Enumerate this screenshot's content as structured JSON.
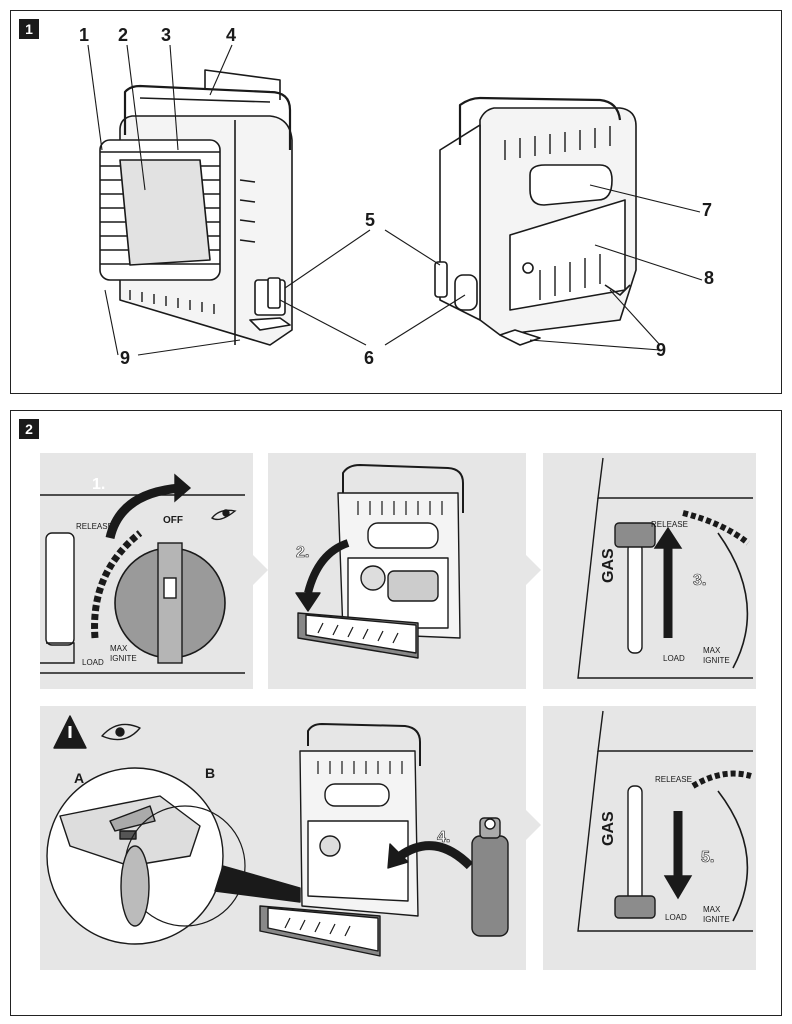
{
  "panels": [
    {
      "badge": "1"
    },
    {
      "badge": "2"
    }
  ],
  "figure1": {
    "callouts": [
      "1",
      "2",
      "3",
      "4",
      "5",
      "6",
      "7",
      "8",
      "9"
    ]
  },
  "figure2": {
    "steps": [
      "1.",
      "2.",
      "3.",
      "4.",
      "5."
    ],
    "knob": {
      "off": "OFF",
      "release": "RELEASE",
      "load": "LOAD",
      "max": "MAX",
      "ignite": "IGNITE"
    },
    "gauge": {
      "gas": "GAS",
      "release": "RELEASE",
      "load": "LOAD",
      "max": "MAX",
      "ignite": "IGNITE"
    },
    "detail_labels": [
      "A",
      "B"
    ]
  },
  "colors": {
    "tile_bg": "#e6e6e6",
    "knob_fill": "#9a9a9a",
    "slider_fill": "#8c8c8c",
    "line": "#1a1a1a"
  }
}
